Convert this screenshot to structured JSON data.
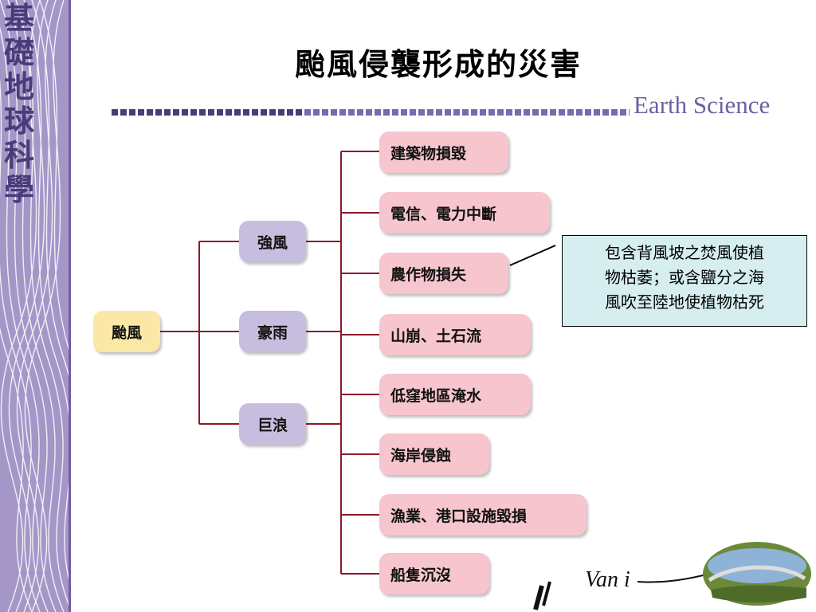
{
  "sidebar": {
    "vertical_title": [
      "基",
      "礎",
      "地",
      "球",
      "科",
      "學"
    ]
  },
  "slide": {
    "title": "颱風侵襲形成的災害",
    "brand": "Earth Science"
  },
  "tree": {
    "root": "颱風",
    "causes": [
      "強風",
      "豪雨",
      "巨浪"
    ],
    "effects": [
      "建築物損毀",
      "電信、電力中斷",
      "農作物損失",
      "山崩、土石流",
      "低窪地區淹水",
      "海岸侵蝕",
      "漁業、港口設施毀損",
      "船隻沉沒"
    ]
  },
  "note": {
    "lines": [
      "包含背風坡之焚風使植",
      "物枯萎；或含鹽分之海",
      "風吹至陸地使植物枯死"
    ]
  },
  "logo": {
    "text": "Van i"
  },
  "colors": {
    "sidebar": "#a596c8",
    "root": "#fbe8a6",
    "cause": "#c7bedf",
    "effect": "#f6c5cd",
    "connector": "#8b1a2a",
    "note_bg": "#d6eef0"
  }
}
